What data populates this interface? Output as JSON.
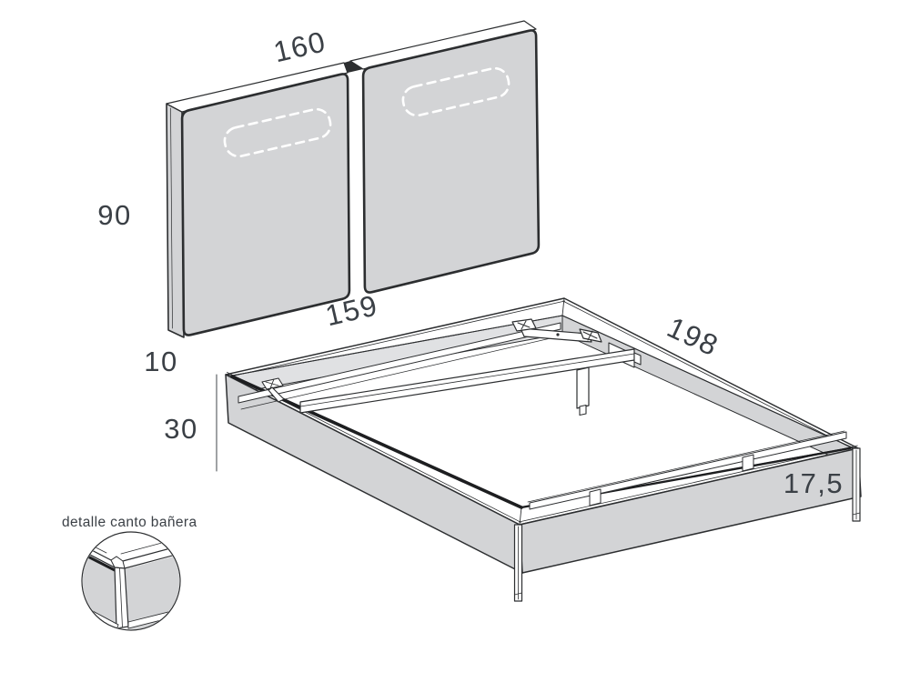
{
  "title": "Technical drawing - bed frame and headboard",
  "colors": {
    "panel_fill": "#d3d4d6",
    "panel_light": "#e0e1e3",
    "outline": "#2c2e30",
    "shadow_line": "#1d1e20",
    "text": "#3b4046"
  },
  "headboard": {
    "width_top": "160",
    "height": "90",
    "depth": "10",
    "width_bottom": "159"
  },
  "frame": {
    "length": "198",
    "height": "30",
    "side_height": "17,5"
  },
  "detail": {
    "caption": "detalle canto bañera"
  }
}
